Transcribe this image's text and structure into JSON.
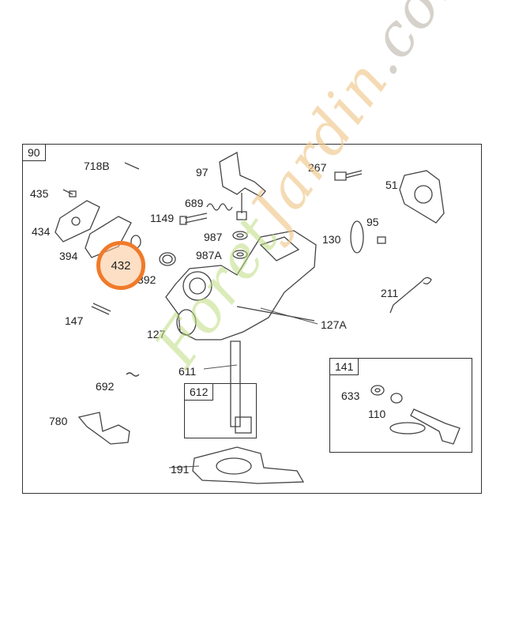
{
  "frames": {
    "main": "90",
    "kit_141": "141",
    "kit_612": "612"
  },
  "labels": {
    "p718B": "718B",
    "p97": "97",
    "p267": "267",
    "p51": "51",
    "p435": "435",
    "p689": "689",
    "p1149": "1149",
    "p95": "95",
    "p434": "434",
    "p987": "987",
    "p130": "130",
    "p394": "394",
    "p987A": "987A",
    "p432": "432",
    "p392": "392",
    "p211": "211",
    "p147": "147",
    "p127A": "127A",
    "p127": "127",
    "p611": "611",
    "p692": "692",
    "p633": "633",
    "p110": "110",
    "p780": "780",
    "p191": "191"
  },
  "watermark": {
    "brand_a": "Foret",
    "brand_b": "Jardin",
    "brand_c": ".com"
  },
  "colors": {
    "highlight": "#f07a2a",
    "line": "#333333"
  }
}
